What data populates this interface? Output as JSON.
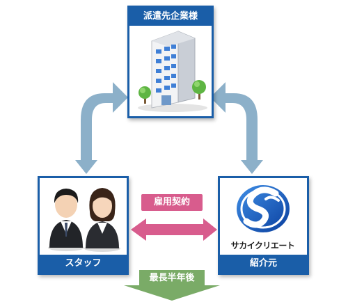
{
  "client_box": {
    "title": "派遣先企業様",
    "illustration": "office-building-icon"
  },
  "staff_box": {
    "title": "スタッフ",
    "illustration": "staff-people-icon"
  },
  "agency_box": {
    "title": "紹介元",
    "logo_text": "サカイクリエート",
    "logo": "sakai-create-logo"
  },
  "contract": {
    "label": "雇用契約"
  },
  "period": {
    "label": "最長半年後"
  },
  "colors": {
    "box_blue": "#1a5ea8",
    "arrow_blue": "#8cb0c9",
    "contract_pink": "#d85c8d",
    "period_green": "#7aab67"
  }
}
